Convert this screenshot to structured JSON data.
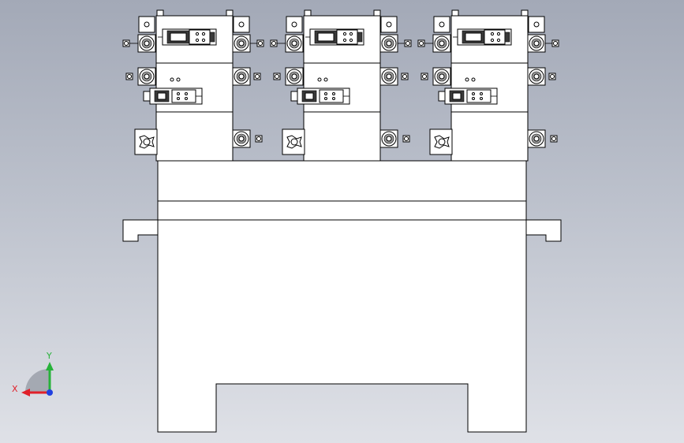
{
  "viewport": {
    "background_top": "#a3a9b7",
    "background_bottom": "#dfe1e7",
    "part_fill": "#ffffff",
    "edge_color": "#000000"
  },
  "triad": {
    "x_label": "X",
    "y_label": "Y",
    "x_color": "#e0202a",
    "y_color": "#27b23a",
    "z_color": "#2040e0"
  },
  "assembly": {
    "valve_stack_count": 3
  }
}
